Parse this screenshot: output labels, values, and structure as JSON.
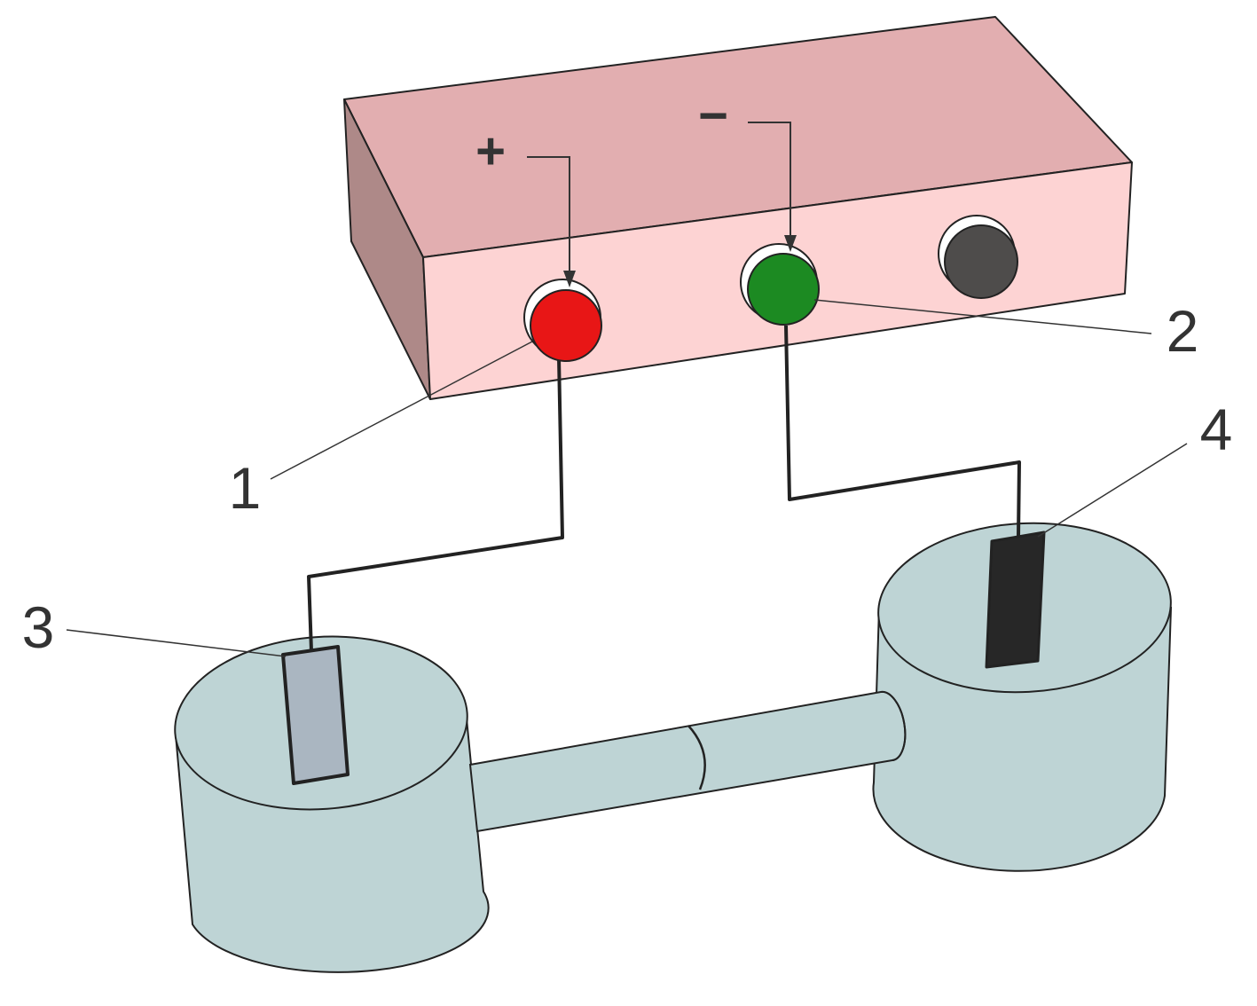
{
  "diagram": {
    "signs": {
      "positive": "+",
      "negative": "−"
    },
    "callouts": [
      "1",
      "2",
      "3",
      "4"
    ]
  },
  "colors": {
    "box_top": "#e2aeb0",
    "box_front": "#fdd3d3",
    "box_side": "#ae8988",
    "terminal_positive": "#e81616",
    "terminal_negative": "#1c8a22",
    "terminal_extra": "#4e4c4b",
    "vessel": "#bed4d5",
    "electrode_left": "#aab6c1",
    "electrode_right": "#272727",
    "line": "#222222"
  }
}
